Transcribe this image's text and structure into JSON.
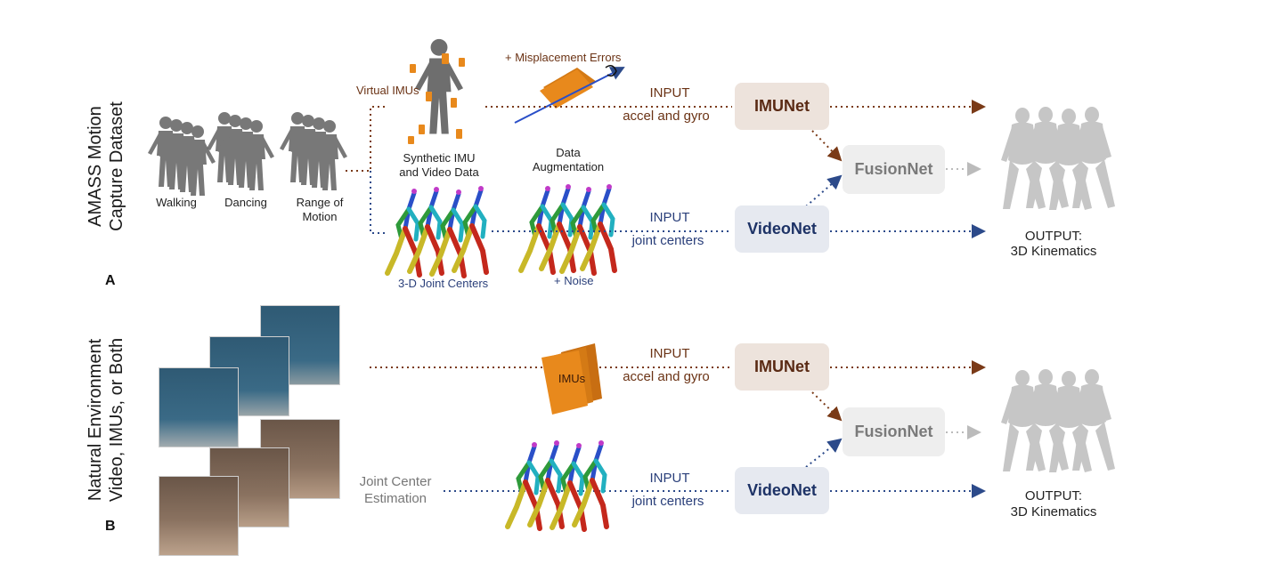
{
  "panel_a": {
    "letter": "A",
    "side_label_line1": "AMASS Motion",
    "side_label_line2": "Capture Dataset",
    "motions": [
      "Walking",
      "Dancing",
      "Range of\nMotion"
    ],
    "virtual_imus": "Virtual IMUs",
    "synthetic": "Synthetic IMU\nand Video Data",
    "misplacement": "+ Misplacement Errors",
    "data_augmentation": "Data\nAugmentation",
    "joint_centers_label": "3-D Joint Centers",
    "noise": "+ Noise",
    "imu_input": "INPUT",
    "imu_input_sub": "accel and gyro",
    "video_input": "INPUT",
    "video_input_sub": "joint centers",
    "imunet": "IMUNet",
    "videonet": "VideoNet",
    "fusionnet": "FusionNet",
    "output_line1": "OUTPUT:",
    "output_line2": "3D Kinematics"
  },
  "panel_b": {
    "letter": "B",
    "side_label_line1": "Natural Environment",
    "side_label_line2": "Video, IMUs, or Both",
    "imus_label": "IMUs",
    "joint_center_est": "Joint Center\nEstimation",
    "imu_input": "INPUT",
    "imu_input_sub": "accel and gyro",
    "video_input": "INPUT",
    "video_input_sub": "joint centers",
    "imunet": "IMUNet",
    "videonet": "VideoNet",
    "fusionnet": "FusionNet",
    "output_line1": "OUTPUT:",
    "output_line2": "3D Kinematics"
  },
  "colors": {
    "imu_path": "#7a3a17",
    "video_path": "#2c4a8a",
    "imu_orange": "#e8891c",
    "skeleton_green": "#2e9a3a",
    "skeleton_blue": "#2a4fc8",
    "skeleton_red": "#c4281c",
    "skeleton_yellow": "#c8b828"
  }
}
